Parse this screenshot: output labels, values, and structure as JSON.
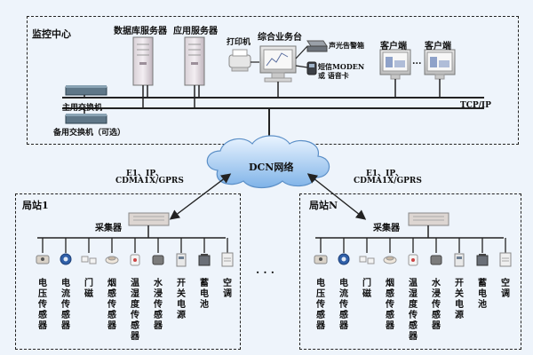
{
  "center": {
    "label": "监控中心",
    "db_server": "数据库服务器",
    "app_server": "应用服务器",
    "printer": "打印机",
    "workstation": "综合业务台",
    "alarm_box": "声光告警箱",
    "modem_line1": "短信MODEN",
    "modem_line2": "或 语音卡",
    "client1": "客户端",
    "client2": "客户端",
    "ellipsis": "...",
    "main_switch": "主用交换机",
    "backup_switch": "备用交换机（可选）",
    "protocol": "TCP/IP"
  },
  "network": {
    "cloud_label": "DCN网络",
    "link_left_line1": "E1、IP、",
    "link_left_line2": "CDMA1X/GPRS",
    "link_right_line1": "E1、IP、",
    "link_right_line2": "CDMA1X/GPRS"
  },
  "stations": [
    {
      "label": "局站1",
      "collector": "采集器",
      "sensors": [
        "电压传感器",
        "电流传感器",
        "门磁",
        "烟感传感器",
        "温湿度传感器",
        "水浸传感器",
        "开关电源",
        "蓄电池",
        "空调"
      ]
    },
    {
      "label": "局站N",
      "collector": "采集器",
      "sensors": [
        "电压传感器",
        "电流传感器",
        "门磁",
        "烟感传感器",
        "温湿度传感器",
        "水浸传感器",
        "开关电源",
        "蓄电池",
        "空调"
      ]
    }
  ],
  "between_stations": "· · ·"
}
